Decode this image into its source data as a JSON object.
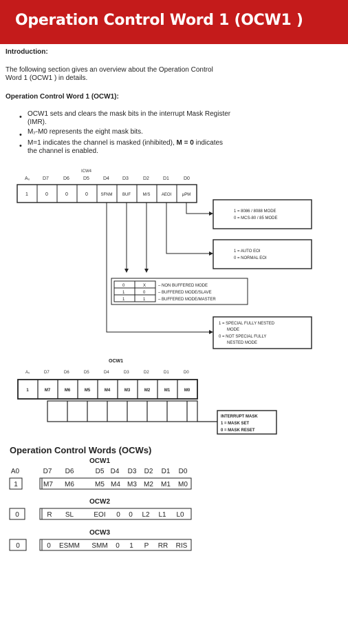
{
  "header": {
    "title": "Operation Control Word 1 (OCW1 )"
  },
  "intro": {
    "heading": "Introduction:",
    "para_line1": "The following section gives an overview about the Operation Control",
    "para_line2": "Word 1 (OCW1 ) in details."
  },
  "ocw1_section": {
    "heading": "Operation Control Word 1 (OCW1):",
    "b1_l1": "OCW1 sets and clears the mask bits in the interrupt Mask Register",
    "b1_l2": "(IMR).",
    "b2": "M₇-M0 represents the eight mask bits.",
    "b3_pre": "M=1 indicates the channel is masked (inhibited), ",
    "b3_bold": "M = 0",
    "b3_post": " indicates",
    "b3_l2": "the channel is enabled."
  },
  "icw4_diagram": {
    "title": "ICW4",
    "bit_labels": [
      "A₀",
      "D7",
      "D6",
      "D5",
      "D4",
      "D3",
      "D2",
      "D1",
      "D0"
    ],
    "cells": [
      "1",
      "0",
      "0",
      "0",
      "SFNM",
      "BUF",
      "M/S",
      "AEOI",
      "μPM"
    ],
    "box_mode_l1": "1 = 8086 / 8088 MODE",
    "box_mode_l2": "0 = MCS-80 / 85 MODE",
    "box_eoi_l1": "1 = AUTO EOI",
    "box_eoi_l2": "0 = NORMAL EOI",
    "buf_table": [
      [
        "0",
        "X",
        "– NON BUFFERED MODE"
      ],
      [
        "1",
        "0",
        "– BUFFERED MODE/SLAVE"
      ],
      [
        "1",
        "1",
        "– BUFFERED MODE/MASTER"
      ]
    ],
    "box_sfnm_l1": "1 = SPECIAL FULLY NESTED",
    "box_sfnm_l2": "MODE",
    "box_sfnm_l3": "0 = NOT SPECIAL FULLY",
    "box_sfnm_l4": "NESTED MODE"
  },
  "ocw1_diagram": {
    "title": "OCW1",
    "bit_labels": [
      "A₀",
      "D7",
      "D6",
      "D5",
      "D4",
      "D3",
      "D2",
      "D1",
      "D0"
    ],
    "cells": [
      "1",
      "M7",
      "M6",
      "M5",
      "M4",
      "M3",
      "M2",
      "M1",
      "M0"
    ],
    "mask_l1": "INTERRUPT MASK",
    "mask_l2": "1 = MASK SET",
    "mask_l3": "0 = MASK RESET"
  },
  "ocws": {
    "heading": "Operation Control Words (OCWs)",
    "ocw1_label": "OCW1",
    "a0_label": "A0",
    "col_labels": [
      "D7",
      "D6",
      "D5",
      "D4",
      "D3",
      "D2",
      "D1",
      "D0"
    ],
    "ocw1_a0": "1",
    "ocw1_bits": [
      "M7",
      "M6",
      "M5",
      "M4",
      "M3",
      "M2",
      "M1",
      "M0"
    ],
    "ocw2_label": "OCW2",
    "ocw2_a0": "0",
    "ocw2_bits": [
      "R",
      "SL",
      "EOI",
      "0",
      "0",
      "L2",
      "L1",
      "L0"
    ],
    "ocw3_label": "OCW3",
    "ocw3_a0": "0",
    "ocw3_bits": [
      "0",
      "ESMM",
      "SMM",
      "0",
      "1",
      "P",
      "RR",
      "RIS"
    ]
  }
}
